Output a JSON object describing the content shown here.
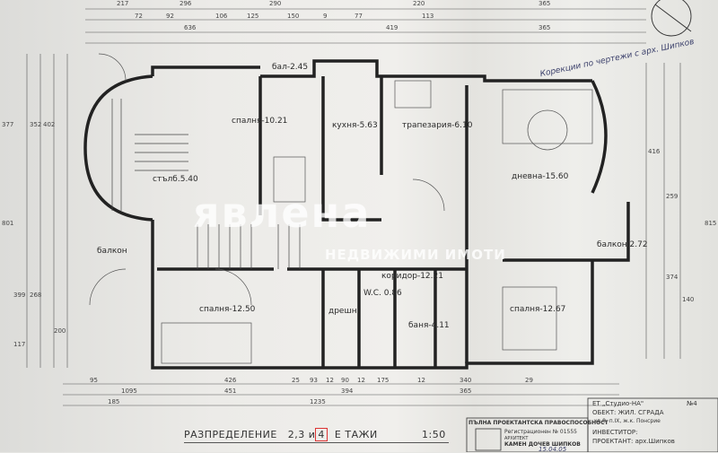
{
  "drawing": {
    "title": "РАЗПРЕДЕЛЕНИЕ",
    "floors_prefix": "2,3 и",
    "floor_highlight": "4",
    "floors_suffix": "Е ТАЖИ",
    "scale": "1:50",
    "highlight_color": "#dd3333"
  },
  "rooms": [
    {
      "label": "спалня-10.21"
    },
    {
      "label": "кухня-5.63"
    },
    {
      "label": "трапезария-6.10"
    },
    {
      "label": "дневна-15.60"
    },
    {
      "label": "стълб.5.40"
    },
    {
      "label": "бал-2.45"
    },
    {
      "label": "балкон"
    },
    {
      "label": "коридор-12.21"
    },
    {
      "label": "спалня-12.50"
    },
    {
      "label": "дрешн"
    },
    {
      "label": "W.C. 0.86"
    },
    {
      "label": "баня-4.11"
    },
    {
      "label": "спалня-12.67"
    },
    {
      "label": "балкон 2.72"
    }
  ],
  "dimensions": {
    "top_row1": [
      "217",
      "296",
      "290",
      "220",
      "365"
    ],
    "top_row2": [
      "636",
      "419",
      "365"
    ],
    "top_row3": [
      "72",
      "92",
      "106",
      "125",
      "150",
      "9",
      "77",
      "113"
    ],
    "left": [
      "377",
      "352",
      "402",
      "801",
      "399",
      "268",
      "200",
      "117"
    ],
    "right": [
      "416",
      "259",
      "815",
      "374",
      "140"
    ],
    "bottom_row1": [
      "426",
      "25",
      "93",
      "12",
      "90",
      "12",
      "175",
      "12",
      "340",
      "29"
    ],
    "bottom_row2": [
      "451",
      "394",
      "365"
    ],
    "bottom_row3": [
      "1235"
    ],
    "bottom_left": [
      "95",
      "1095",
      "185"
    ]
  },
  "stamp": {
    "header": "ПЪЛНА ПРОЕКТАНТСКА ПРАВОСПОСОБНОСТ",
    "registration": "Регистрационен № 01555",
    "role": "АРХИТЕКТ",
    "name": "КАМЕН ДОЧЕВ ШИПКОВ",
    "date": "15.04.05"
  },
  "title_block": {
    "firm": "ЕТ „Студио-НА\"",
    "object": "ОБЕКТ: ЖИЛ. СГРАДА",
    "location": "кв.8, п.IX, ж.к. Понсрие",
    "investor": "ИНВЕСТИТОР:",
    "designer": "ПРОЕКТАНТ: арх.Шипков",
    "sheet": "№4"
  },
  "handwritten_note": "Корекции по чертежи с арх. Шипков",
  "watermark": {
    "brand": "явлена",
    "subtitle": "НЕДВИЖИМИ ИМОТИ"
  }
}
